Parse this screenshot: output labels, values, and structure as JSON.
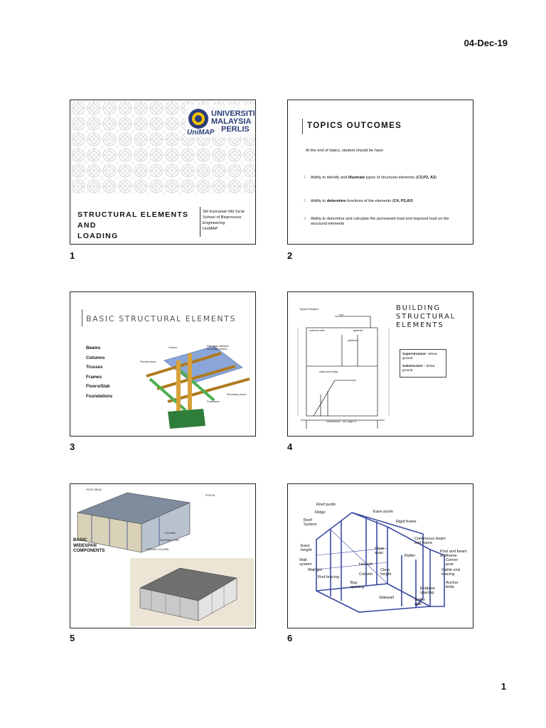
{
  "header": {
    "date": "04-Dec-19"
  },
  "footer": {
    "page_number": "1"
  },
  "slides": [
    {
      "number": "1",
      "logo": {
        "line1": "UNIVERSITI",
        "line2": "MALAYSIA",
        "line3": "PERLIS",
        "brand": "UniMAP"
      },
      "title_line1": "STRUCTURAL ELEMENTS AND",
      "title_line2": "LOADING",
      "info": [
        "Siti Kamariah Md Sa'at",
        "School of Bioprocess",
        "Engineering",
        "UniMAP"
      ]
    },
    {
      "number": "2",
      "title": "TOPICS OUTCOMES",
      "intro": "At the end of topics, student should be have",
      "items": [
        {
          "n": "1.",
          "pre": "Ability to identify and ",
          "bold": "illustrate",
          "post": " types of structural elements (",
          "codes": "C3,P2, A3",
          "end": ")"
        },
        {
          "n": "2.",
          "pre": "Ability to ",
          "bold": "determine",
          "post": " functions of the elements (",
          "codes": "C4, P2,A3",
          "end": ")"
        },
        {
          "n": "3.",
          "pre": "Ability to determine and calculate the permanent load and imposed load on the structural elements",
          "bold": "",
          "post": "",
          "codes": "",
          "end": ""
        }
      ]
    },
    {
      "number": "3",
      "title": "BASIC STRUCTURAL ELEMENTS",
      "list": [
        "Beams",
        "Columns",
        "Trusses",
        "Frames",
        "Floors/Slab",
        "Foundations"
      ],
      "diagram_labels": {
        "column": "Column",
        "slab": "Slab span between secondary beams",
        "primary": "Primary beam",
        "secondary": "Secondary beam",
        "foundation": "Foundation"
      }
    },
    {
      "number": "4",
      "title_line1": "BUILDING",
      "title_line2": "STRUCTURAL",
      "title_line3": "ELEMENTS",
      "box_super": "Superstructure",
      "box_super_rest": " –above ground",
      "box_sub": "Substructure",
      "box_sub_rest": " – below ground",
      "drawing_labels": {
        "typical": "Typical Elevation",
        "roof": "roof",
        "gallery": "galleries",
        "external": "external walls",
        "stair": "stairs and ramps",
        "partition": "partitions",
        "substructure": "substructure - see page 11"
      }
    },
    {
      "number": "5",
      "label_line1": "BASIC",
      "label_line2": "WIDESPAN",
      "label_line3": "COMPONENTS",
      "tiny_labels": {
        "roofbeam": "ROOF BEAM",
        "purlin": "PURLIN",
        "column": "COLUMN",
        "sidewall": "SIDEWALL GIRT",
        "corner": "CORNER COLUMN"
      }
    },
    {
      "number": "6",
      "labels": {
        "roof_purlin": "Roof purlin",
        "ridge": "Ridge",
        "roof_system": "Roof System",
        "eave_purlin": "Eave purlin",
        "rigid_frame": "Rigid frame",
        "continuous_beam": "Continuous beam end frame",
        "post_beam": "Post and beam endframe",
        "eave_height": "Eave height",
        "clear_span": "Clear span",
        "rafter": "Rafter",
        "corner_post": "Corner post",
        "wall_system": "Wall system",
        "haunch": "Haunch",
        "gable_bracing": "Gable end bracing",
        "wall_girt": "Wall girt",
        "column": "Column",
        "clear_height": "Clear height",
        "anchor_bolts": "Anchor bolts",
        "rod_bracing": "Rod bracing",
        "bay_spacing": "Bay spacing",
        "endpost_spacing": "Endpost spacing",
        "sidewall": "Sidewall",
        "gable_wall": "Gable wall"
      }
    }
  ]
}
